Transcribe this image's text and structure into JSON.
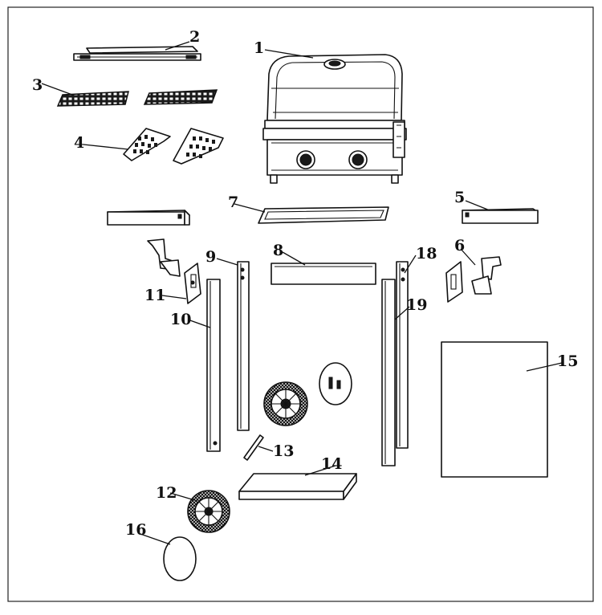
{
  "callouts": {
    "c1": "1",
    "c2": "2",
    "c3": "3",
    "c4": "4",
    "c5": "5",
    "c6": "6",
    "c7": "7",
    "c8": "8",
    "c9": "9",
    "c10": "10",
    "c11": "11",
    "c12": "12",
    "c13": "13",
    "c14": "14",
    "c15": "15",
    "c16": "16",
    "c18": "18",
    "c19": "19"
  }
}
